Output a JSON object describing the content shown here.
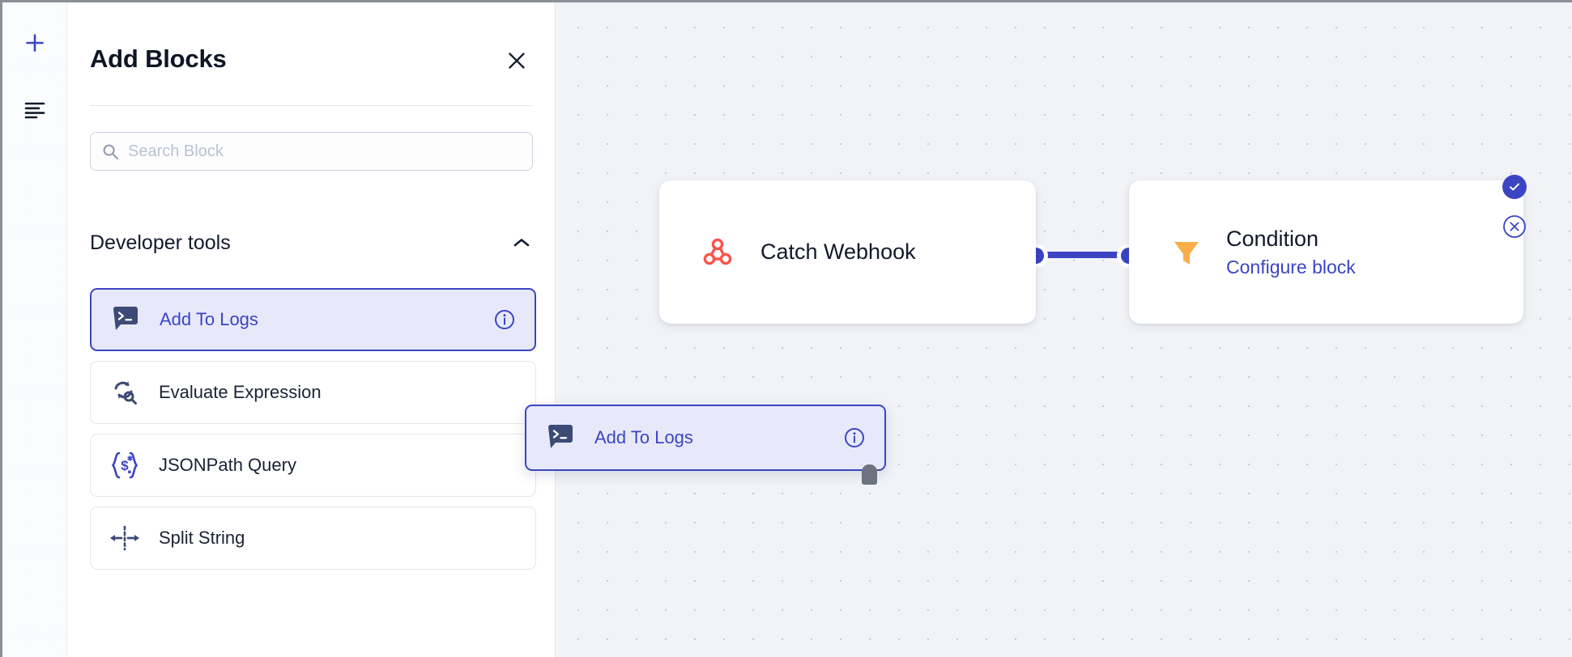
{
  "rail": {
    "items": [
      {
        "name": "add-icon",
        "label": "Add"
      },
      {
        "name": "list-icon",
        "label": "Blocks list"
      }
    ]
  },
  "panel": {
    "title": "Add Blocks",
    "close_label": "Close",
    "search": {
      "placeholder": "Search Block",
      "value": "",
      "icon": "search-icon"
    },
    "section": {
      "title": "Developer tools",
      "expanded": true,
      "chevron": "chevron-up-icon"
    },
    "blocks": [
      {
        "label": "Add To Logs",
        "icon": "terminal-bubble-icon",
        "selected": true,
        "has_info": true
      },
      {
        "label": "Evaluate Expression",
        "icon": "refresh-search-icon",
        "selected": false,
        "has_info": false
      },
      {
        "label": "JSONPath Query",
        "icon": "json-braces-icon",
        "selected": false,
        "has_info": false
      },
      {
        "label": "Split String",
        "icon": "split-arrows-icon",
        "selected": false,
        "has_info": false
      }
    ]
  },
  "canvas": {
    "nodes": [
      {
        "title": "Catch Webhook",
        "subtitle": "",
        "icon": "webhook-icon",
        "icon_color": "#f9544b"
      },
      {
        "title": "Condition",
        "subtitle": "Configure block",
        "icon": "filter-funnel-icon",
        "icon_color": "#f9ae48"
      }
    ],
    "badges": [
      {
        "name": "node-confirm-badge",
        "icon": "check-icon"
      },
      {
        "name": "node-remove-badge",
        "icon": "close-circle-icon"
      }
    ],
    "edge": {
      "from": "Catch Webhook",
      "to": "Condition",
      "color": "#3b45c4"
    },
    "drag_card": {
      "label": "Add To Logs",
      "icon": "terminal-bubble-icon",
      "has_info": true
    }
  },
  "colors": {
    "accent": "#3b45c4",
    "selected_bg": "#e7e9fa",
    "canvas_bg": "#f1f3f7",
    "text": "#12192b",
    "webhook_red": "#f9544b",
    "funnel_orange": "#f9ae48"
  }
}
